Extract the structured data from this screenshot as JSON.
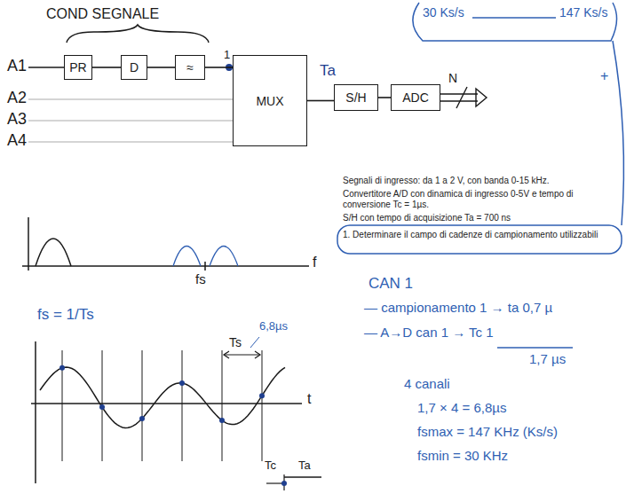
{
  "diagram": {
    "nodes": [
      {
        "text": [
          "PR"
        ]
      },
      {
        "text": [
          "D"
        ]
      },
      {
        "text": [
          "≈"
        ]
      },
      {
        "text": [
          "MUX"
        ]
      },
      {
        "text": [
          "S/H"
        ]
      },
      {
        "text": [
          "ADC"
        ]
      }
    ],
    "edges": [
      {
        "from": 0,
        "to": 1,
        "arrow": "none"
      },
      {
        "from": 1,
        "to": 2,
        "arrow": "none"
      },
      {
        "from": 2,
        "to": 3,
        "arrow": "none"
      },
      {
        "from": 3,
        "to": 4,
        "arrow": "none"
      },
      {
        "from": 4,
        "to": 5,
        "arrow": "none"
      }
    ],
    "labels": [
      "COND SEGNALE",
      "A1",
      "A2",
      "A3",
      "A4",
      "1",
      "Ta",
      "N",
      "30 Ks/s",
      "147 Ks/s",
      "+",
      "Segnali di ingresso: da 1 a 2 V, con banda 0-15 kHz.",
      "Convertitore A/D con dinamica di ingresso 0-5V e tempo di conversione Tc = 1µs.",
      "S/H con tempo di acquisizione Ta = 700 ns",
      "1. Determinare il campo di cadenze di campionamento utilizzabili",
      "f",
      "fs",
      "fs = 1/Ts",
      "CAN 1",
      "— campionamento 1 → ta 0,7 µ",
      "— A→D can 1 → Tc 1",
      "1,7 µs",
      "4 canali",
      "1,7 × 4 = 6,8µs",
      "fsmax = 147 KHz (Ks/s)",
      "fsmin = 30 KHz",
      "t",
      "Ts",
      "6,8µs",
      "Tc",
      "Ta"
    ]
  }
}
